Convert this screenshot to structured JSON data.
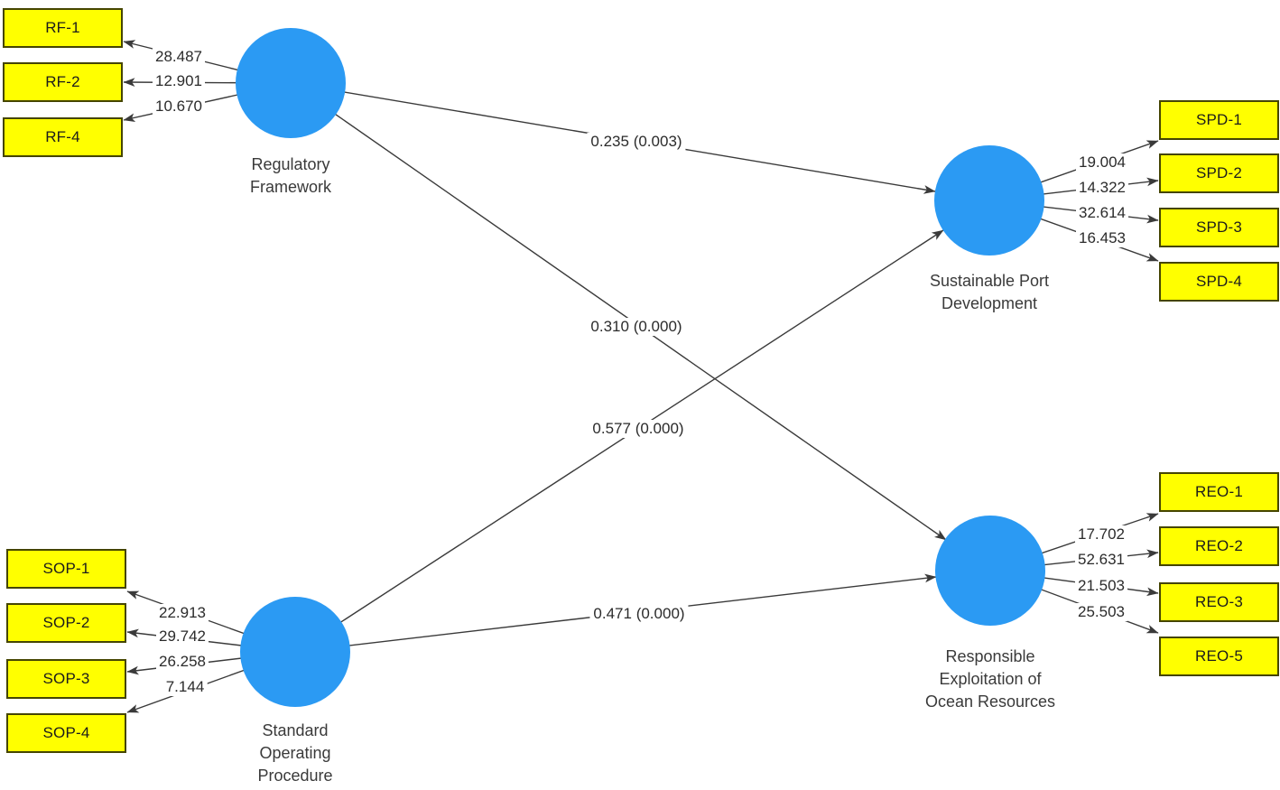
{
  "diagram": {
    "type": "structural-equation-model",
    "colors": {
      "construct_fill": "#2b9af3",
      "indicator_fill": "#ffff00",
      "edge": "#3a3a3a"
    },
    "constructs": [
      {
        "label": "Regulatory Framework",
        "label_lines": [
          "Regulatory",
          "Framework"
        ],
        "indicators": [
          {
            "name": "RF-1",
            "value": "28.487"
          },
          {
            "name": "RF-2",
            "value": "12.901"
          },
          {
            "name": "RF-4",
            "value": "10.670"
          }
        ]
      },
      {
        "label": "Sustainable Port Development",
        "label_lines": [
          "Sustainable Port",
          "Development"
        ],
        "indicators": [
          {
            "name": "SPD-1",
            "value": "19.004"
          },
          {
            "name": "SPD-2",
            "value": "14.322"
          },
          {
            "name": "SPD-3",
            "value": "32.614"
          },
          {
            "name": "SPD-4",
            "value": "16.453"
          }
        ]
      },
      {
        "label": "Standard Operating Procedure",
        "label_lines": [
          "Standard",
          "Operating",
          "Procedure"
        ],
        "indicators": [
          {
            "name": "SOP-1",
            "value": "22.913"
          },
          {
            "name": "SOP-2",
            "value": "29.742"
          },
          {
            "name": "SOP-3",
            "value": "26.258"
          },
          {
            "name": "SOP-4",
            "value": "7.144"
          }
        ]
      },
      {
        "label": "Responsible Exploitation of Ocean Resources",
        "label_lines": [
          "Responsible",
          "Exploitation of",
          "Ocean Resources"
        ],
        "indicators": [
          {
            "name": "REO-1",
            "value": "17.702"
          },
          {
            "name": "REO-2",
            "value": "52.631"
          },
          {
            "name": "REO-3",
            "value": "21.503"
          },
          {
            "name": "REO-5",
            "value": "25.503"
          }
        ]
      }
    ],
    "paths": [
      {
        "from": "Regulatory Framework",
        "to": "Sustainable Port Development",
        "label": "0.235 (0.003)"
      },
      {
        "from": "Regulatory Framework",
        "to": "Responsible Exploitation of Ocean Resources",
        "label": "0.310 (0.000)"
      },
      {
        "from": "Standard Operating Procedure",
        "to": "Sustainable Port Development",
        "label": "0.577 (0.000)"
      },
      {
        "from": "Standard Operating Procedure",
        "to": "Responsible Exploitation of Ocean Resources",
        "label": "0.471 (0.000)"
      }
    ]
  }
}
